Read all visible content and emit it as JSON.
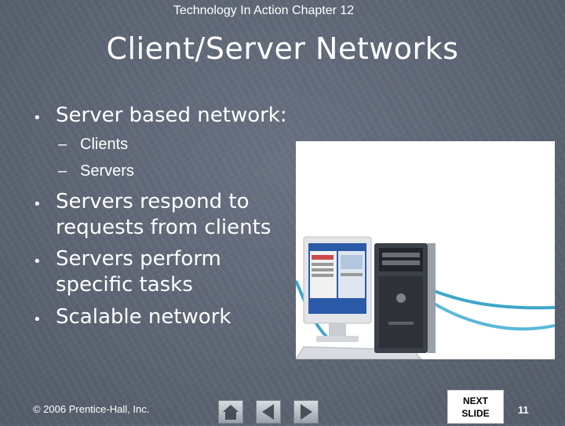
{
  "header": {
    "course": "Technology In Action Chapter 12"
  },
  "slide": {
    "title": "Client/Server Networks",
    "bullets": [
      {
        "text": "Server based network:",
        "sub": [
          "Clients",
          "Servers"
        ]
      },
      {
        "line1": "Servers respond to",
        "line2": "requests from clients"
      },
      {
        "line1": "Servers perform",
        "line2": "specific tasks"
      },
      {
        "text": "Scalable network"
      }
    ],
    "bullet_glyph": "•",
    "dash_glyph": "–"
  },
  "image": {
    "description_icon": "desktop-computer-with-monitor-and-network-cable"
  },
  "footer": {
    "copyright": "© 2006 Prentice-Hall, Inc.",
    "next_line1": "NEXT",
    "next_line2": "SLIDE",
    "page_number": "11"
  },
  "icons": {
    "home": "home-icon",
    "back": "triangle-left-icon",
    "forward": "triangle-right-icon"
  },
  "colors": {
    "background": "#5e6674",
    "text": "#ffffff",
    "cable": "#3fa7c9"
  }
}
